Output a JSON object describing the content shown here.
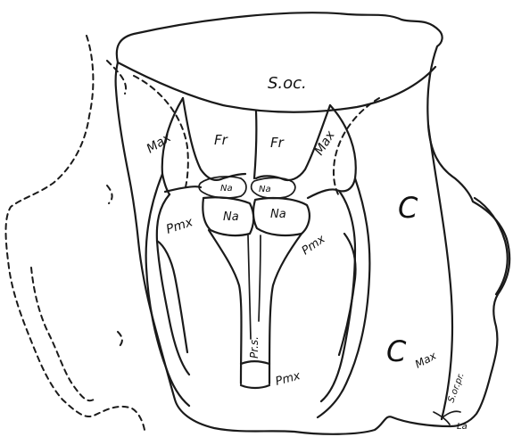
{
  "labels": {
    "s_oc": "S.oc.",
    "fr_left": "Fr",
    "fr_right": "Fr",
    "max_left": "Max",
    "max_right": "Max",
    "max_lower_right": "Max",
    "na_small_left": "Na",
    "na_small_right": "Na",
    "na_large_left": "Na",
    "na_large_right": "Na",
    "pmx_left": "Pmx",
    "pmx_right": "Pmx",
    "pmx_lower": "Pmx",
    "pr_s": "Pr.s.",
    "s_or_pr": "S.or.pr.",
    "la": "La",
    "c_upper": "C",
    "c_lower": "C"
  }
}
